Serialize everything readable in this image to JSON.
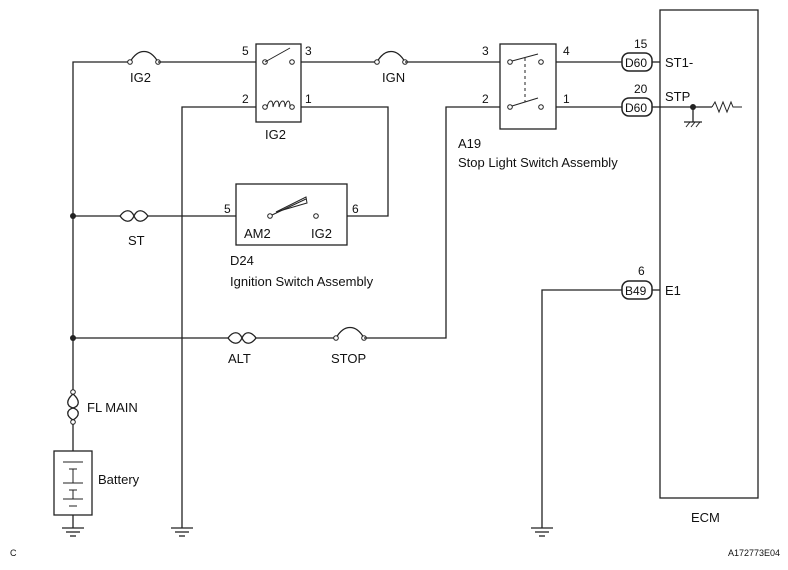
{
  "labels": {
    "fuse_ig2": "IG2",
    "fuse_ign": "IGN",
    "fuse_st": "ST",
    "fuse_alt": "ALT",
    "fuse_stop": "STOP",
    "fuse_fl_main": "FL MAIN",
    "battery": "Battery",
    "relay_ig2": "IG2",
    "relay_pin5": "5",
    "relay_pin3": "3",
    "relay_pin2": "2",
    "relay_pin1": "1",
    "ign_sw_pin5": "5",
    "ign_sw_pin6": "6",
    "ign_sw_am2": "AM2",
    "ign_sw_ig2": "IG2",
    "ign_sw_code": "D24",
    "ign_sw_name": "Ignition Switch Assembly",
    "stop_sw_pin3": "3",
    "stop_sw_pin4": "4",
    "stop_sw_pin2": "2",
    "stop_sw_pin1": "1",
    "stop_sw_code": "A19",
    "stop_sw_name": "Stop Light Switch Assembly",
    "ecm_pin15": "15",
    "ecm_pin20": "20",
    "ecm_pin6": "6",
    "ecm_conn_d60_a": "D60",
    "ecm_conn_d60_b": "D60",
    "ecm_conn_b49": "B49",
    "ecm_sig_st1": "ST1-",
    "ecm_sig_stp": "STP",
    "ecm_sig_e1": "E1",
    "ecm_name": "ECM",
    "corner_left": "C",
    "corner_right": "A172773E04"
  }
}
